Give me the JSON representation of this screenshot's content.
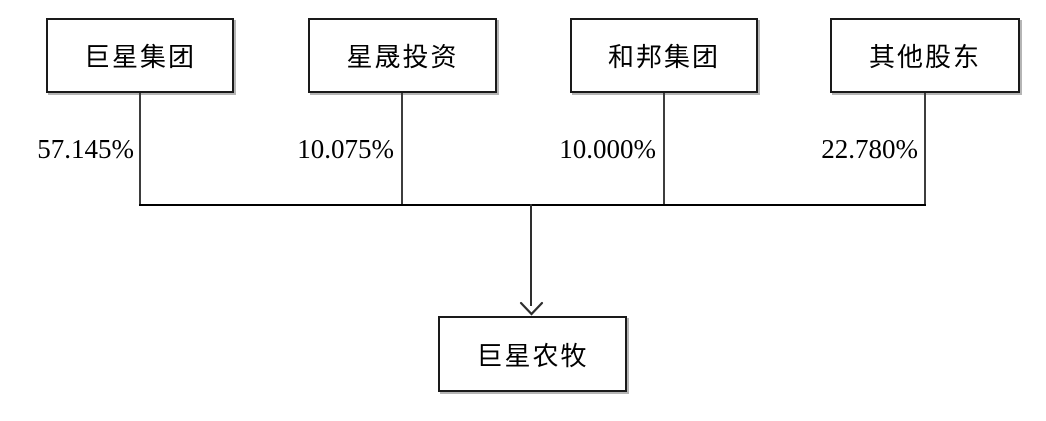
{
  "diagram": {
    "type": "ownership-structure",
    "shareholders": [
      {
        "name": "巨星集团",
        "percentage": "57.145%"
      },
      {
        "name": "星晟投资",
        "percentage": "10.075%"
      },
      {
        "name": "和邦集团",
        "percentage": "10.000%"
      },
      {
        "name": "其他股东",
        "percentage": "22.780%"
      }
    ],
    "subsidiary": {
      "name": "巨星农牧"
    },
    "colors": {
      "background": "#ffffff",
      "box_border": "#1a1a1a",
      "connector_line": "#000000",
      "text": "#000000"
    }
  }
}
